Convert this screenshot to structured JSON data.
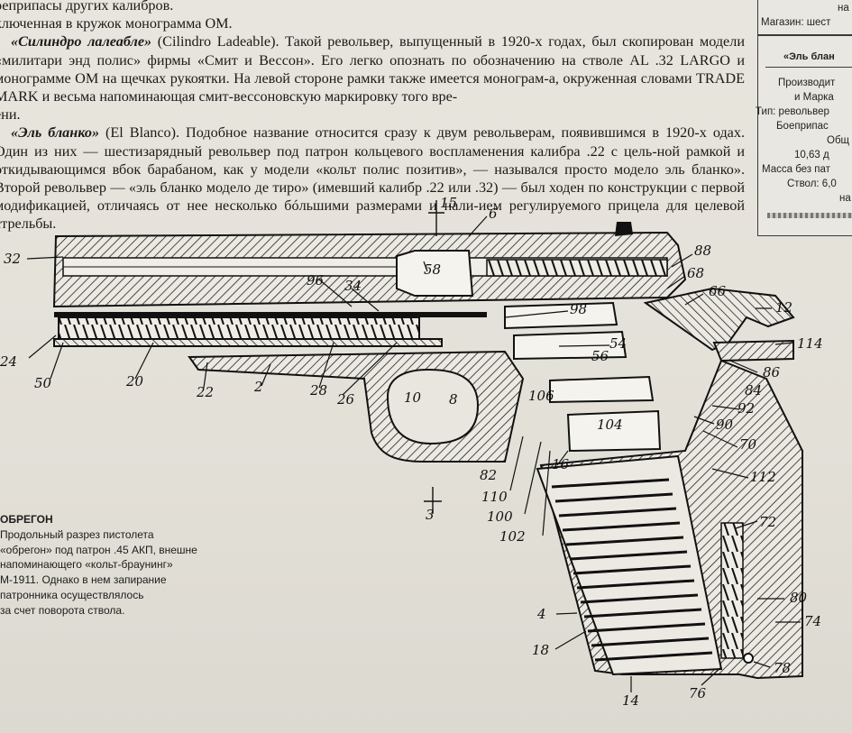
{
  "body_text": {
    "line1": "оеприпасы других калибров.",
    "line2": "ключенная в кружок монограмма ОМ.",
    "p1_title": "«Силиндро лалеабле»",
    "p1_text": " (Cilindro Ladeable). Такой револьвер, выпущенный в 1920-х годах, был скопирован модели «милитари энд полис» фирмы «Смит и Вессон». Его легко опознать по обозначению на стволе AL .32 LARGO и монограмме ОМ на щечках рукоятки. На левой стороне рамки также имеется монограм-а, окруженная словами TRADE MARK и весьма напоминающая смит-вессоновскую маркировку того вре-",
    "p1_end": "ени.",
    "p2_title": "«Эль бланко»",
    "p2_text": " (El Blanco). Подобное название относится сразу к двум револьверам, появившимся в 1920-х одах. Один из них — шестизарядный револьвер под патрон кольцевого воспламенения калибра .22 с цель-ной рамкой и откидывающимся вбок барабаном, как у модели «кольт полис позитив», — назывался просто модело эль бланко». Второй револьвер — «эль бланко модело де тиро» (имевший калибр .22 или .32) — был ходен по конструкции с первой модификацией, отличаясь от нее несколько бóльшими размерами и нали-ием регулируемого прицела для целевой стрельбы."
  },
  "sidebar": {
    "line_top": "на",
    "magazine": "Магазин: шест",
    "heading": "«Эль блан",
    "rows": [
      "Производит",
      "и Марка",
      "Тип: револьвер",
      "Боеприпас",
      "Общ",
      "10,63 д",
      "Масса без пат",
      "Ствол: 6,0",
      "на"
    ]
  },
  "caption": {
    "title": "ОБРЕГОН",
    "lines": [
      "Продольный разрез пистолета",
      "«обрегон» под патрон .45 АКП, внешне",
      "напоминающего «кольт-браунинг»",
      "М-1911. Однако в нем запирание",
      "патронника осуществлялось",
      "за счет поворота ствола."
    ]
  },
  "labels": [
    "32",
    "6",
    "15",
    "58",
    "96",
    "34",
    "88",
    "68",
    "66",
    "12",
    "114",
    "24",
    "50",
    "20",
    "22",
    "2",
    "28",
    "26",
    "10",
    "8",
    "98",
    "54",
    "56",
    "86",
    "106",
    "84",
    "92",
    "90",
    "104",
    "70",
    "112",
    "72",
    "82",
    "110",
    "100",
    "102",
    "16",
    "3",
    "4",
    "18",
    "80",
    "74",
    "78",
    "76",
    "14"
  ]
}
